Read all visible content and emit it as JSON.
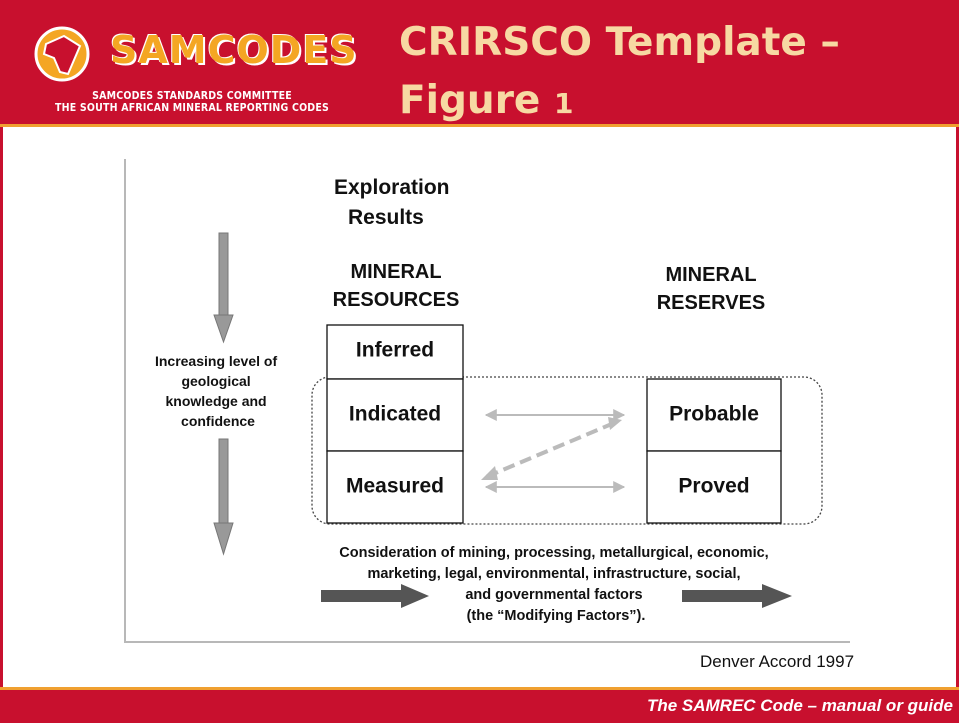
{
  "header": {
    "logo_word": "SAMCODES",
    "logo_line1": "SAMCODES STANDARDS COMMITTEE",
    "logo_line2": "THE SOUTH AFRICAN MINERAL REPORTING CODES",
    "title_line1": "CRIRSCO Template –",
    "title_line2_main": "Figure ",
    "title_line2_num": "1"
  },
  "diagram": {
    "exploration_title_1": "Exploration",
    "exploration_title_2": "Results",
    "resources_title_1": "MINERAL",
    "resources_title_2": "RESOURCES",
    "reserves_title_1": "MINERAL",
    "reserves_title_2": "RESERVES",
    "resources_boxes": [
      "Inferred",
      "Indicated",
      "Measured"
    ],
    "reserves_boxes": [
      "Probable",
      "Proved"
    ],
    "side_label": [
      "Increasing level of",
      "geological",
      "knowledge and",
      "confidence"
    ],
    "modifying_text": [
      "Consideration of mining, processing, metallurgical, economic,",
      "marketing, legal, environmental, infrastructure, social,",
      "and governmental factors",
      "(the “Modifying Factors”)."
    ]
  },
  "caption": "Denver Accord 1997",
  "footer": {
    "text": "The SAMREC Code – manual or guide"
  },
  "colors": {
    "header_red": "#c8102e",
    "accent_orange": "#f0a030",
    "logo_gold": "#f4a623",
    "title_cream": "#f7d9a3"
  }
}
